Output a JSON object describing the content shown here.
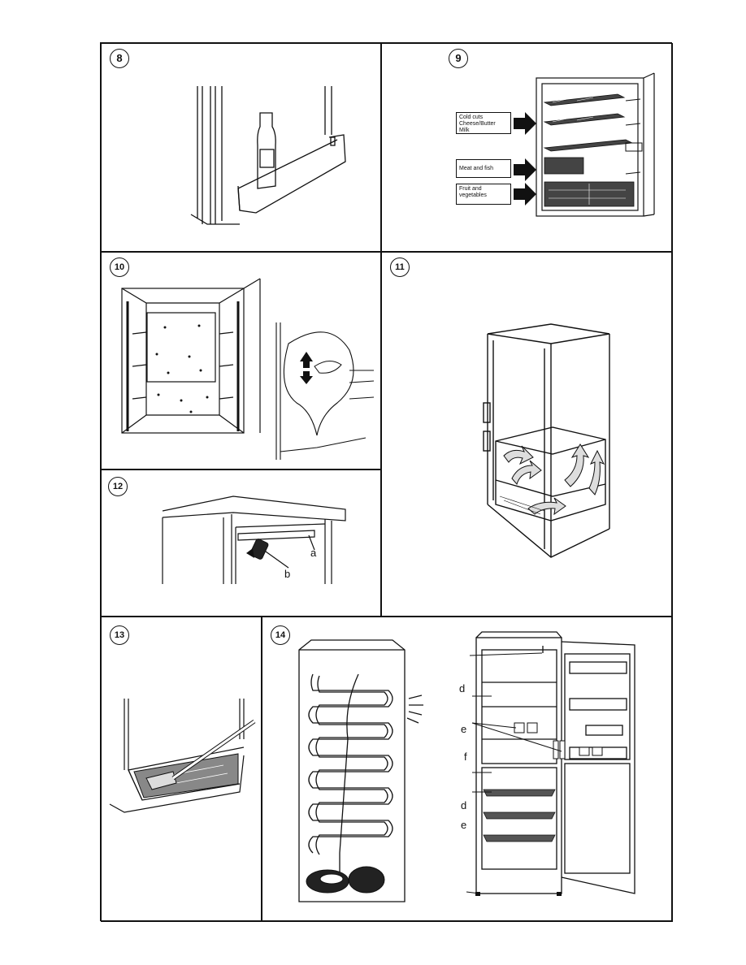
{
  "figures": {
    "f8": {
      "number": "8"
    },
    "f9": {
      "number": "9",
      "labels": {
        "dairy": [
          "Cold cuts",
          "Cheese/Butter",
          "Milk"
        ],
        "meat": "Meat and fish",
        "veg": [
          "Fruit and",
          "vegetables"
        ]
      }
    },
    "f10": {
      "number": "10"
    },
    "f11": {
      "number": "11"
    },
    "f12": {
      "number": "12",
      "labels": {
        "a": "a",
        "b": "b"
      }
    },
    "f13": {
      "number": "13"
    },
    "f14": {
      "number": "14",
      "labels": {
        "d1": "d",
        "e1": "e",
        "f": "f",
        "d2": "d",
        "e2": "e",
        "h": "h"
      }
    }
  }
}
